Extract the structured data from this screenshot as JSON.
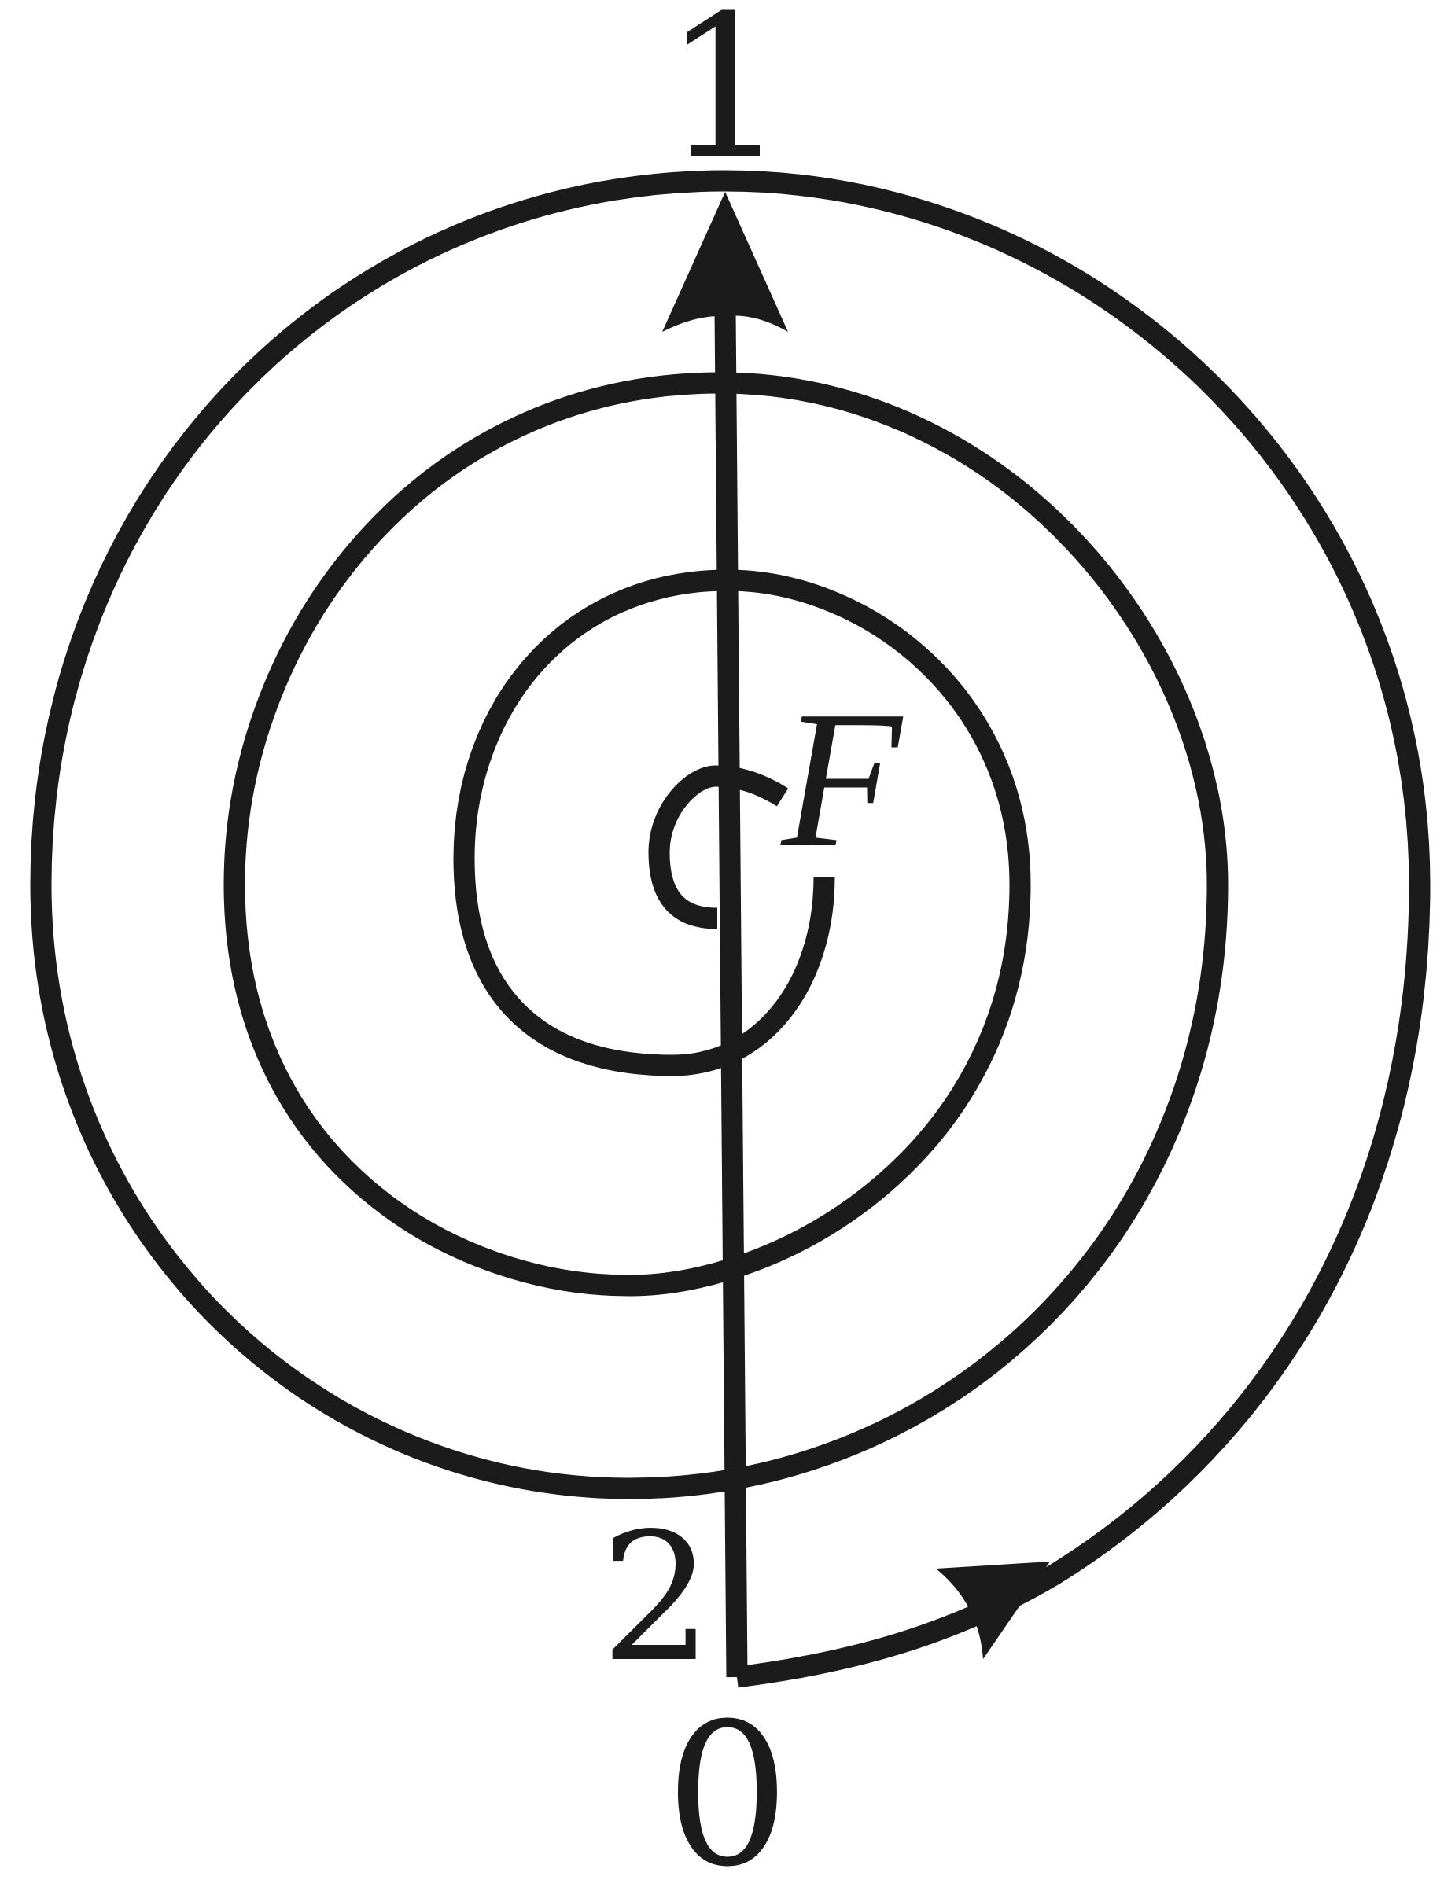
{
  "labels": {
    "top": "1",
    "middle": "2",
    "bottom": "0",
    "center": "F"
  },
  "colors": {
    "stroke": "#1b1b1b",
    "background": "#ffffff"
  }
}
